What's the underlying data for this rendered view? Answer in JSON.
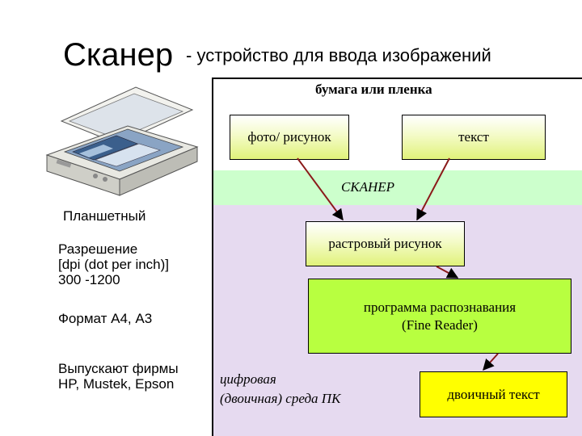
{
  "title": {
    "main": "Сканер",
    "subtitle": "- устройство для ввода изображений"
  },
  "scanner_type": "Планшетный",
  "info": {
    "resolution": [
      "Разрешение",
      "[dpi (dot per inch)]",
      "300 -1200"
    ],
    "format": "Формат А4, А3",
    "makers": [
      "Выпускают фирмы",
      "HP, Mustek, Epson"
    ]
  },
  "diagram": {
    "input_label": "бумага или пленка",
    "photo_box": "фото/ рисунок",
    "text_box": "текст",
    "scanner_label": "СКАНЕР",
    "raster_box": "растровый рисунок",
    "ocr_box": [
      "программа распознавания",
      "(Fine Reader)"
    ],
    "binary_box": "двоичный текст",
    "digital_env": [
      "цифровая",
      "(двоичная) среда ПК"
    ]
  },
  "colors": {
    "band_scanner": "#ccffcc",
    "band_digital": "#e6daf0",
    "arrow": "#8b1a1a",
    "ocr_box": "#b8ff40",
    "binary_box": "#ffff00"
  }
}
